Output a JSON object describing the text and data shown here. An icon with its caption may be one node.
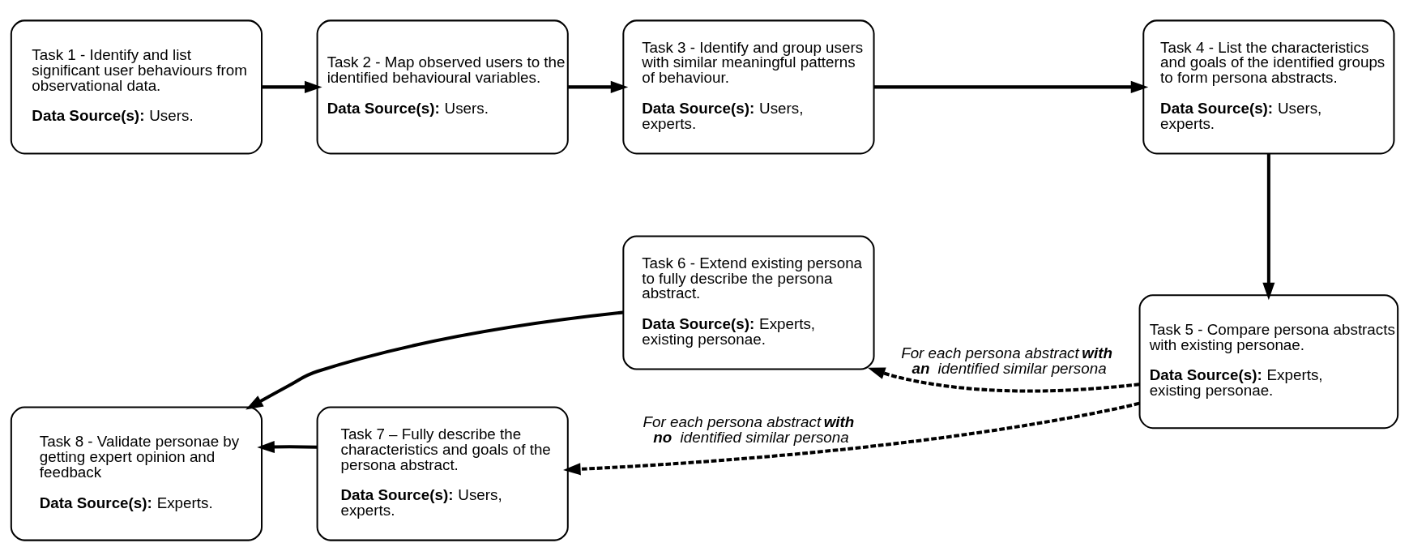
{
  "diagram": {
    "nodes": [
      {
        "text": [
          "Task 1 - Identify and list significant user behaviours from observational data.",
          "**Data Source(s):** Users."
        ]
      },
      {
        "text": [
          "Task 2 - Map observed users to the identified behavioural variables.",
          "**Data Source(s):** Users."
        ]
      },
      {
        "text": [
          "Task 3 - Identify and group users with similar meaningful patterns of behaviour.",
          "**Data Source(s):** Users, experts."
        ]
      },
      {
        "text": [
          "Task 4 - List the characteristics and goals of the identified groups to form persona abstracts.",
          "**Data Source(s):** Users, experts."
        ]
      },
      {
        "text": [
          "Task 5 - Compare persona abstracts with existing personae.",
          "**Data Source(s):** Experts, existing personae."
        ]
      },
      {
        "text": [
          "Task 6 - Extend existing persona to fully describe the persona abstract.",
          "**Data Source(s):** Experts, existing personae."
        ]
      },
      {
        "text": [
          "Task 7 – Fully describe the characteristics and goals of the persona abstract.",
          "**Data Source(s):** Users, experts."
        ]
      },
      {
        "text": [
          "Task 8 - Validate personae by getting expert opinion and feedback",
          "**Data Source(s):** Experts."
        ]
      }
    ],
    "edges": [
      {
        "from": 0,
        "to": 1,
        "arrow": "to"
      },
      {
        "from": 1,
        "to": 2,
        "arrow": "to"
      },
      {
        "from": 2,
        "to": 3,
        "arrow": "to"
      },
      {
        "from": 3,
        "to": 4,
        "arrow": "to"
      },
      {
        "from": 4,
        "to": 5,
        "arrow": "to",
        "style": "dashed",
        "label": "For each persona abstract **with an** identified similar persona"
      },
      {
        "from": 4,
        "to": 6,
        "arrow": "to",
        "style": "dashed",
        "label": "For each persona abstract **with no** identified similar persona"
      },
      {
        "from": 5,
        "to": 7,
        "arrow": "to"
      },
      {
        "from": 6,
        "to": 7,
        "arrow": "to"
      }
    ]
  }
}
